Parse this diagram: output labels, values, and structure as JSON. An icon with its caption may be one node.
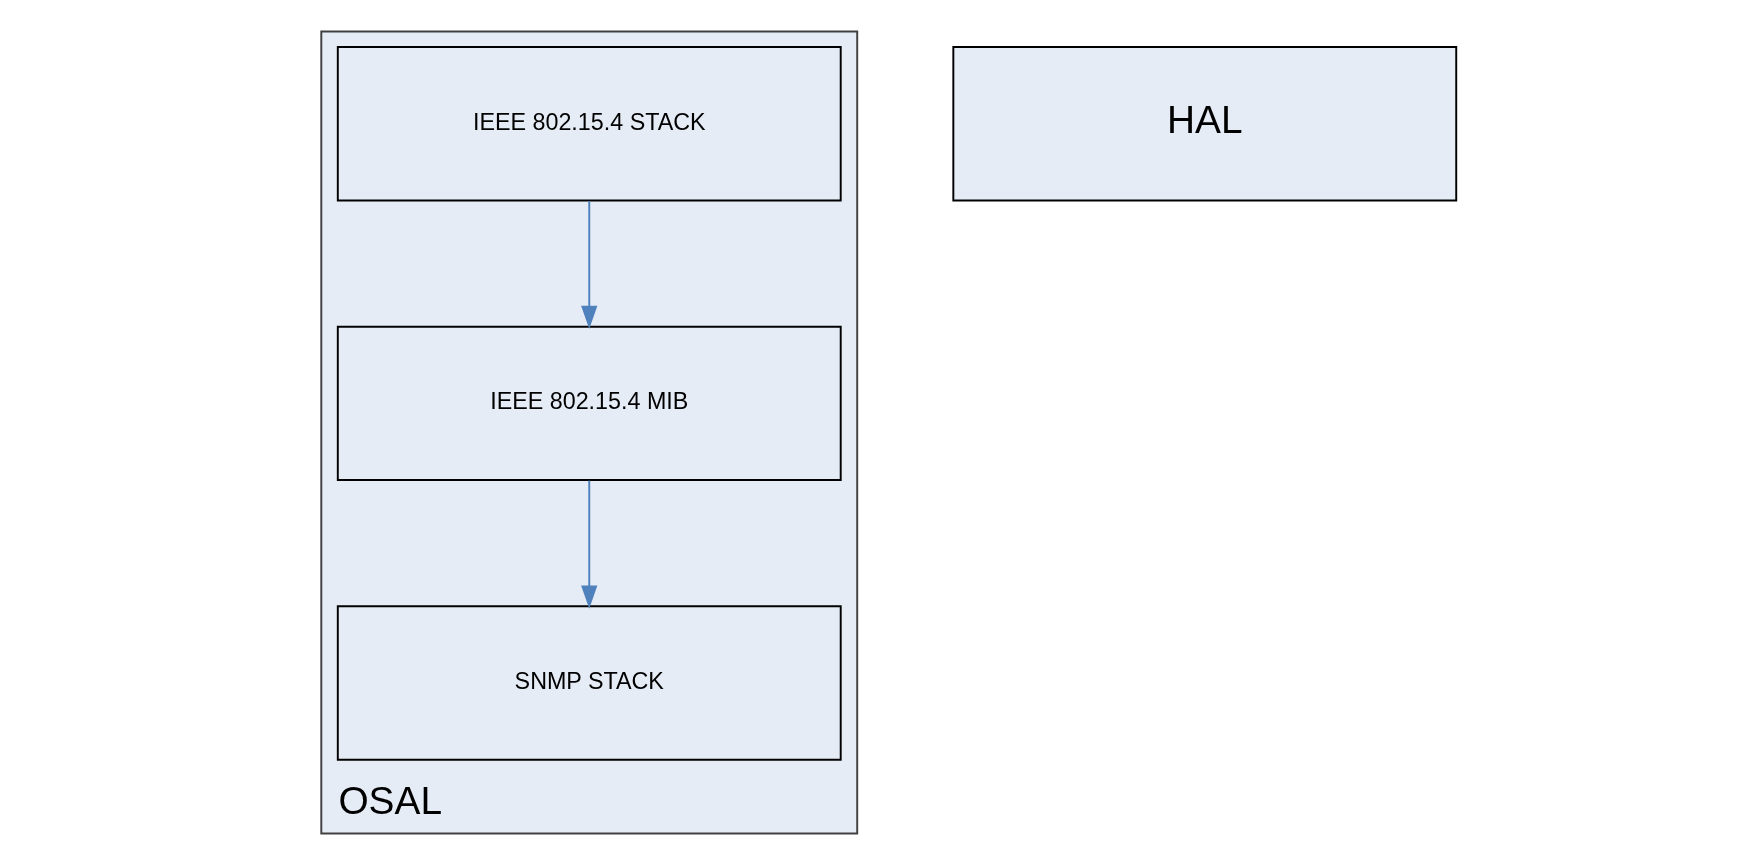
{
  "diagram": {
    "nodes": [
      {
        "text": [
          "OSAL"
        ]
      },
      {
        "text": [
          "IEEE 802.15.4 MIB"
        ],
        "in": 0
      },
      {
        "text": [
          "IEEE 802.15.4 STACK"
        ],
        "in": 0
      },
      {
        "text": [
          "SNMP STACK"
        ],
        "in": 0
      },
      {
        "text": [
          "HAL"
        ]
      }
    ],
    "edges": [
      {
        "from": 2,
        "to": 1,
        "arrow": "to"
      },
      {
        "from": 1,
        "to": 3,
        "arrow": "to"
      }
    ]
  }
}
